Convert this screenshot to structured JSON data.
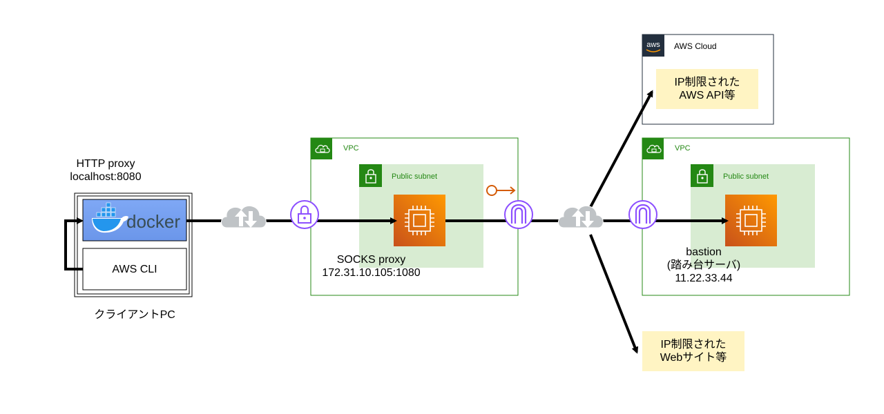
{
  "client": {
    "proxy_title": "HTTP proxy",
    "proxy_address": "localhost:8080",
    "docker_label": "docker",
    "aws_cli_label": "AWS CLI",
    "pc_label": "クライアントPC"
  },
  "vpc_left": {
    "vpc_label": "VPC",
    "subnet_label": "Public subnet",
    "instance_title": "SOCKS proxy",
    "instance_address": "172.31.10.105:1080"
  },
  "vpc_right": {
    "vpc_label": "VPC",
    "subnet_label": "Public subnet",
    "instance_title": "bastion",
    "instance_subtitle": "(踏み台サーバ)",
    "instance_address": "11.22.33.44"
  },
  "aws_cloud": {
    "logo_text": "aws",
    "label": "AWS Cloud",
    "target_line1": "IP制限された",
    "target_line2": "AWS API等"
  },
  "website_target": {
    "line1": "IP制限された",
    "line2": "Webサイト等"
  },
  "colors": {
    "vpc_green": "#248814",
    "subnet_fill": "#d8ecd2",
    "ec2_orange": "#ed7100",
    "gateway_purple": "#8c4fff",
    "peering_orange": "#d45b07",
    "docker_blue": "#2496ed",
    "docker_bg": "#7fa8f2",
    "target_yellow": "#fff4c3"
  }
}
